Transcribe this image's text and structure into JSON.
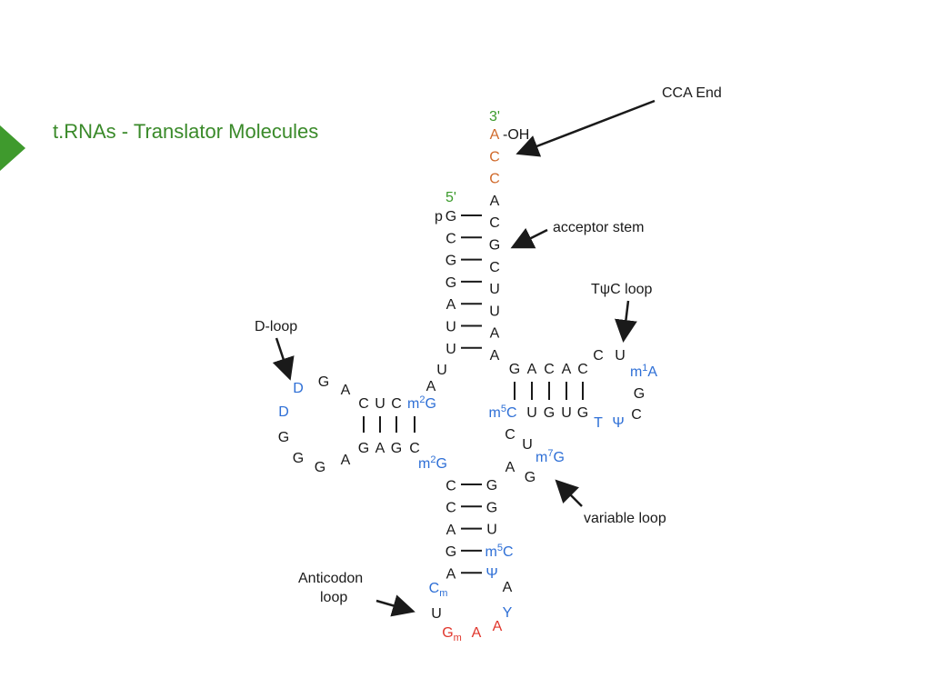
{
  "slide": {
    "title": "t.RNAs - Translator Molecules",
    "accent_color": "#3f9a2d"
  },
  "colors": {
    "base": "#1a1a1a",
    "modified": "#2e6fd6",
    "cca": "#d0692a",
    "anticodon": "#e0352b",
    "end_label": "#3a9a2a"
  },
  "labels": {
    "cca_end": "CCA End",
    "acceptor_stem": "acceptor stem",
    "tpsic_loop": "TψC loop",
    "d_loop": "D-loop",
    "variable_loop": "variable loop",
    "anticodon_line1": "Anticodon",
    "anticodon_line2": "loop"
  },
  "ends": {
    "three_prime": "3'",
    "five_prime": "5'",
    "hydroxyl": "-OH",
    "phosphate": "p"
  },
  "acceptor_stem": {
    "three_prime_strand": [
      "A",
      "C",
      "C",
      "A",
      "C",
      "G",
      "C",
      "U",
      "U",
      "A",
      "A"
    ],
    "five_prime_strand": [
      "G",
      "C",
      "G",
      "G",
      "A",
      "U",
      "U"
    ]
  },
  "d_arm": {
    "top_strand": [
      "C",
      "U",
      "C",
      "m2G"
    ],
    "bottom_strand": [
      "G",
      "A",
      "G",
      "C"
    ],
    "loop": [
      "A",
      "G",
      "D",
      "D",
      "G",
      "G",
      "G",
      "A"
    ],
    "junction": [
      "U",
      "A"
    ]
  },
  "t_arm": {
    "top_strand": [
      "G",
      "A",
      "C",
      "A",
      "C"
    ],
    "bottom_strand": [
      "m5C",
      "U",
      "G",
      "U",
      "G"
    ],
    "loop": [
      "C",
      "U",
      "m1A",
      "G",
      "C",
      "Ψ",
      "T"
    ]
  },
  "variable_loop": [
    "C",
    "U",
    "m7G",
    "G",
    "A"
  ],
  "anticodon_arm": {
    "left_strand": [
      "m2G",
      "C",
      "C",
      "A",
      "G",
      "A"
    ],
    "right_strand": [
      "G",
      "G",
      "U",
      "m5C",
      "Ψ"
    ],
    "loop": [
      "Cm",
      "U",
      "Gm",
      "A",
      "A",
      "Y",
      "A"
    ]
  }
}
